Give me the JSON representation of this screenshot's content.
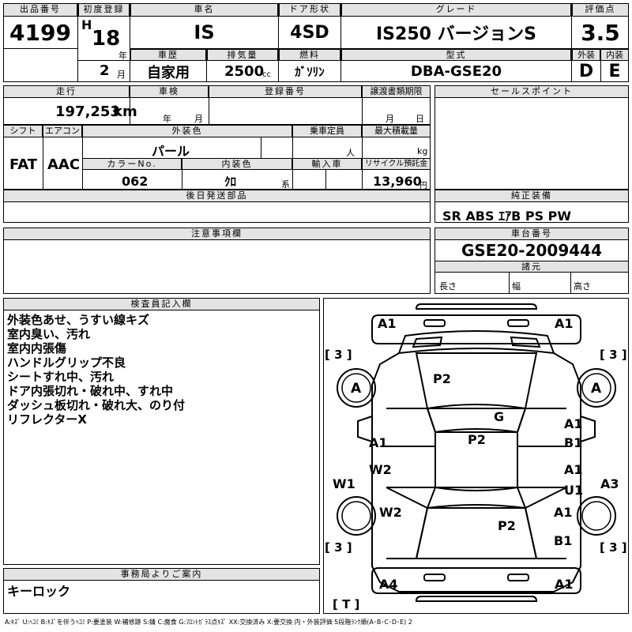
{
  "header": {
    "lot_label": "出品番号",
    "lot_number": "4199",
    "first_reg_label": "初度登録",
    "era": "H",
    "year": "18",
    "year_unit": "年",
    "month": "2",
    "month_unit": "月",
    "car_name_label": "車名",
    "car_name": "IS",
    "door_label": "ドア形状",
    "door": "4SD",
    "grade_label": "グレード",
    "grade": "IS250 バージョンS",
    "score_label": "評価点",
    "score": "3.5",
    "history_label": "車歴",
    "history": "自家用",
    "displacement_label": "排気量",
    "displacement": "2500",
    "displacement_unit": "cc",
    "fuel_label": "燃料",
    "fuel": "ｶﾞｿﾘﾝ",
    "model_label": "型式",
    "model": "DBA-GSE20",
    "exterior_label": "外装",
    "exterior_grade": "D",
    "interior_label": "内装",
    "interior_grade": "E"
  },
  "row2": {
    "mileage_label": "走行",
    "mileage": "197,253",
    "mileage_unit": "km",
    "inspection_label": "車検",
    "insp_year": "年",
    "insp_month": "月",
    "reg_label": "登録番号",
    "transfer_label": "譲渡書類期限",
    "transfer_month": "月",
    "transfer_day": "日",
    "sales_label": "セールスポイント"
  },
  "row3": {
    "shift_label": "シフト",
    "shift": "FAT",
    "ac_label": "エアコン",
    "ac": "AAC",
    "color_label": "外装色",
    "color": "パール",
    "capacity_label": "乗車定員",
    "capacity_unit": "人",
    "load_label": "最大積載量",
    "load_unit": "kg",
    "color_no_label": "カラーNo.",
    "color_no": "062",
    "int_color_label": "内装色",
    "int_color": "ｸﾛ",
    "int_color_unit": "系",
    "import_label": "輸入車",
    "recycle_label": "リサイクル預託金",
    "recycle": "13,960",
    "recycle_unit": "円"
  },
  "later_label": "後日発送部品",
  "equipment_label": "純正装備",
  "equipment": "SR ABS ｴｱB PS PW",
  "caution_label": "注意事項欄",
  "chassis_label": "車台番号",
  "chassis": "GSE20-2009444",
  "spec_label": "諸元",
  "length_label": "長さ",
  "width_label": "幅",
  "height_label": "高さ",
  "inspector_label": "検査員記入欄",
  "inspector_notes": [
    "外装色あせ、うすい線キズ",
    "室内臭い、汚れ",
    "室内内張傷",
    "ハンドルグリップ不良",
    "シートすれ中、汚れ",
    "ドア内張切れ・破れ中、すれ中",
    "ダッシュ板切れ・破れ大、のり付",
    "リフレクターX"
  ],
  "office_label": "事務局よりご案内",
  "office_note": "キーロック",
  "diagram": {
    "top_left": "A1",
    "top_right": "A1",
    "bracket_tl": "[ 3 ]",
    "bracket_tr": "[ 3 ]",
    "bracket_bl": "[ 3 ]",
    "bracket_br": "[ 3 ]",
    "tire_fl": "A",
    "tire_fr": "A",
    "hood": "P2",
    "windshield_g": "G",
    "roof": "P2",
    "trunk": "P2",
    "left_front_door": "A1",
    "left_rear_door": "W2",
    "left_rear_fender": "W2",
    "left_side": "W1",
    "right_front_door_a": "A1",
    "right_front_door_b": "B1",
    "right_rear_door_a": "A1",
    "right_rear_door_b": "U1",
    "right_side": "A3",
    "right_rear_fender_a": "A1",
    "right_rear_fender_b": "B1",
    "bumper_rear_left": "A4",
    "bumper_rear_right": "A1",
    "t_mark": "[ T ]"
  },
  "legend": "A:ｷｽﾞ U:ﾍｺﾐ B:ｷｽﾞを伴うﾍｺﾐ P:要塗装 W:補修跡 S:錆 C:腐食 G:ﾌﾛﾝﾄｶﾞﾗｽ点ｷｽﾞ XX:交換済み X:要交換 内・外装評価 5段階ﾗﾝｸ順(A･B･C･D･E) 2"
}
